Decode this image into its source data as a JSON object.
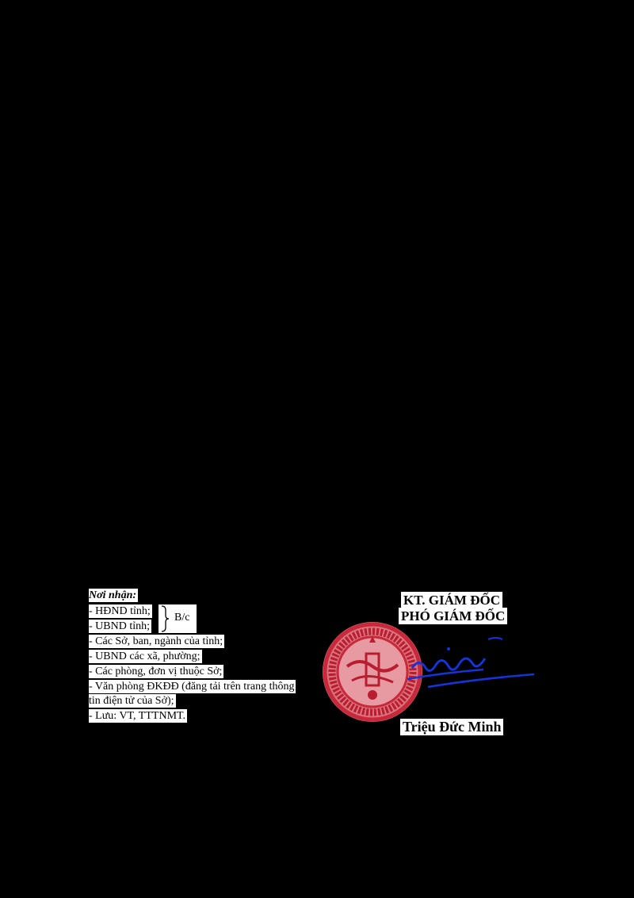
{
  "recipients": {
    "title": "Nơi nhận:",
    "lines": [
      "- HĐND tỉnh;",
      "- UBND tỉnh;",
      "- Các Sở, ban, ngành của tỉnh;",
      "- UBND các xã, phường;",
      "- Các phòng, đơn vị thuộc Sở;",
      "- Văn phòng ĐKĐĐ (đăng tải trên trang thông",
      "tin điện tử của Sở);",
      "- Lưu: VT, TTTNMT."
    ],
    "brace_label": "B/c"
  },
  "signature_block": {
    "line1": "KT. GIÁM ĐỐC",
    "line2": "PHÓ GIÁM ĐỐC",
    "signer": "Triệu Đức Minh"
  },
  "colors": {
    "background": "#000000",
    "paper": "#ffffff",
    "stamp": "#c8283a",
    "signature_ink": "#1533d6"
  }
}
